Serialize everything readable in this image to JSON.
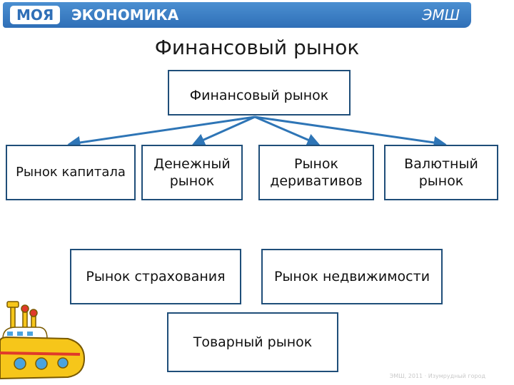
{
  "header": {
    "brand_left": "МОЯ",
    "brand_right": "ЭКОНОМИКА",
    "brand_tag": "ЭМШ",
    "color": "#2f6fb7"
  },
  "title": "Финансовый рынок",
  "diagram": {
    "root": "Финансовый рынок",
    "nodes": [
      {
        "id": "capital",
        "label": "Рынок капитала"
      },
      {
        "id": "money",
        "label": "Денежный\nрынок"
      },
      {
        "id": "derivatives",
        "label": "Рынок\nдеривативов"
      },
      {
        "id": "currency",
        "label": "Валютный\nрынок"
      },
      {
        "id": "insurance",
        "label": "Рынок страхования"
      },
      {
        "id": "realestate",
        "label": "Рынок недвижимости"
      },
      {
        "id": "commodity",
        "label": "Товарный рынок"
      }
    ],
    "edges": [
      [
        "root",
        "capital"
      ],
      [
        "root",
        "money"
      ],
      [
        "root",
        "derivatives"
      ],
      [
        "root",
        "currency"
      ]
    ],
    "box_border_color": "#1f4e79",
    "arrow_color": "#2e75b6"
  },
  "decoration": {
    "icon": "yellow-submarine-icon"
  },
  "footer": "ЭМШ, 2011 · Изумрудный город"
}
